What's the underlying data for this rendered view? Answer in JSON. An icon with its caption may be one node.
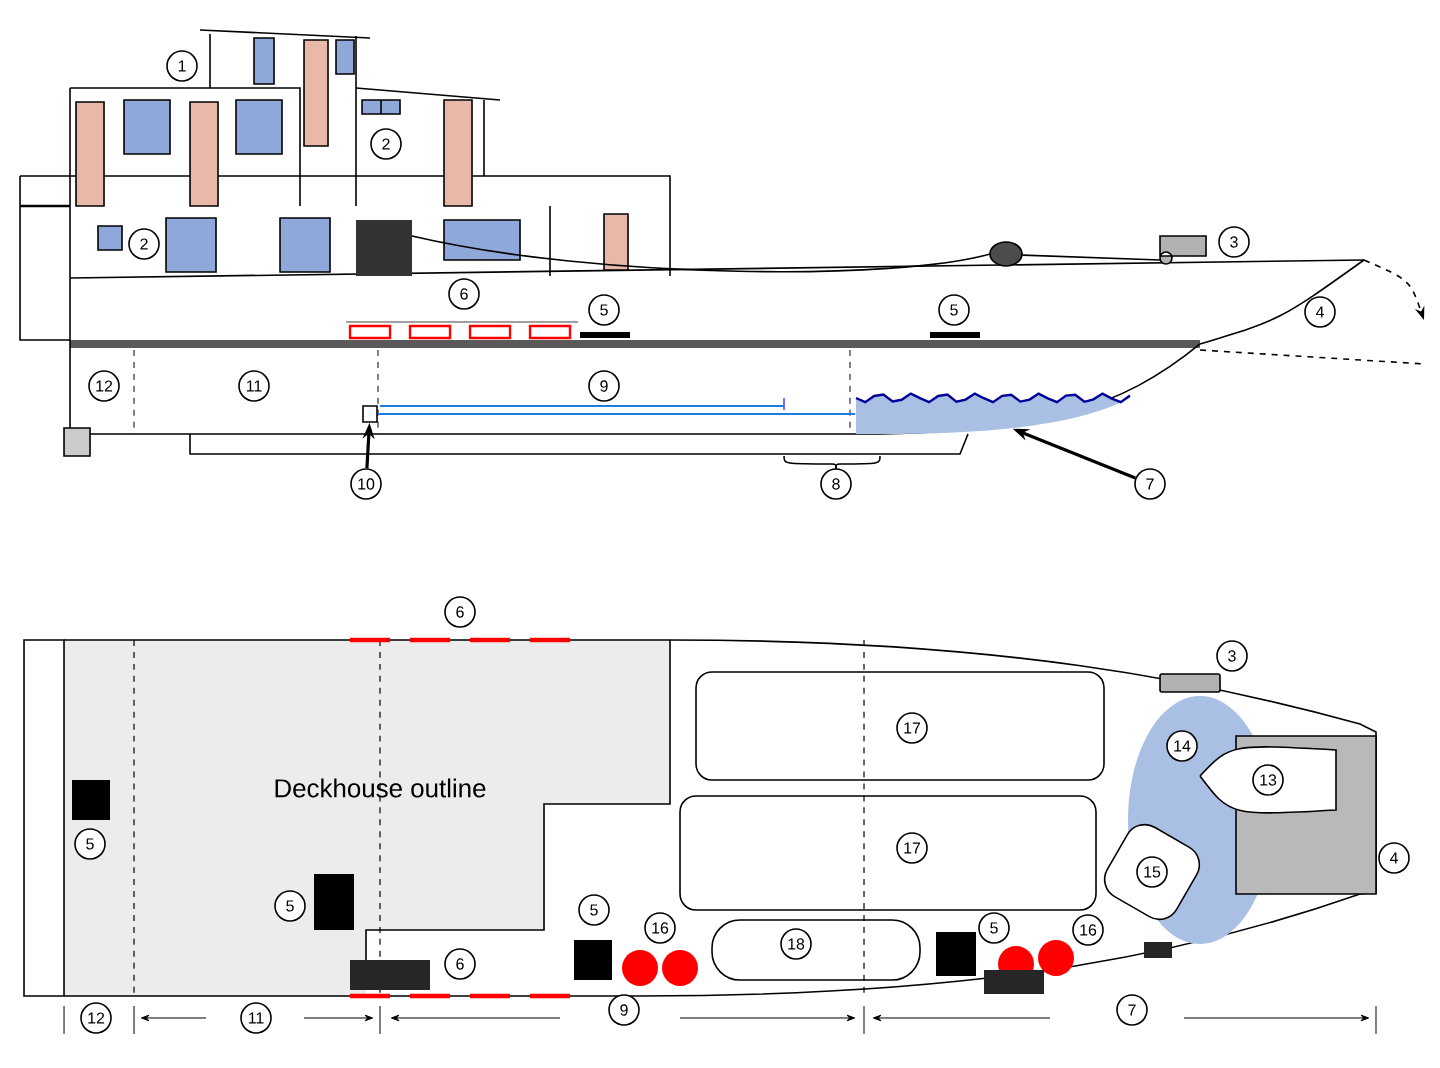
{
  "diagram": {
    "nodes": [
      {
        "text": [
          "1"
        ]
      },
      {
        "text": [
          "2"
        ]
      },
      {
        "text": [
          "2"
        ]
      },
      {
        "text": [
          "3"
        ]
      },
      {
        "text": [
          "6"
        ]
      },
      {
        "text": [
          "5"
        ]
      },
      {
        "text": [
          "5"
        ]
      },
      {
        "text": [
          "4"
        ]
      },
      {
        "text": [
          "12"
        ]
      },
      {
        "text": [
          "11"
        ]
      },
      {
        "text": [
          "9"
        ]
      },
      {
        "text": [],
        "shape": "box"
      },
      {
        "text": [],
        "shape": "tank"
      },
      {
        "text": [
          "10"
        ]
      },
      {
        "text": [
          "8"
        ]
      },
      {
        "text": [
          "7"
        ]
      },
      {
        "text": [
          "6"
        ]
      },
      {
        "text": [
          "3"
        ]
      },
      {
        "text": [
          "17"
        ]
      },
      {
        "text": [
          "14"
        ]
      },
      {
        "text": [
          "13"
        ]
      },
      {
        "text": [
          "5"
        ]
      },
      {
        "text": [
          "17"
        ]
      },
      {
        "text": [
          "4"
        ]
      },
      {
        "text": [
          "15"
        ]
      },
      {
        "text": [
          "5"
        ]
      },
      {
        "text": [
          "5"
        ]
      },
      {
        "text": [
          "16"
        ]
      },
      {
        "text": [
          "18"
        ]
      },
      {
        "text": [
          "5"
        ]
      },
      {
        "text": [
          "16"
        ]
      },
      {
        "text": [
          "6"
        ]
      },
      {
        "text": [
          "12"
        ]
      },
      {
        "text": [
          "11"
        ]
      },
      {
        "text": [
          "9"
        ]
      },
      {
        "text": [
          "7"
        ]
      }
    ],
    "edges": [
      {
        "from": 13,
        "to": 11,
        "arrow": "to"
      },
      {
        "from": 15,
        "to": 12,
        "arrow": "to"
      },
      {
        "from": 11,
        "to": 12,
        "arrow": "none",
        "color": "#1e7be0"
      }
    ],
    "labels": [
      "Deckhouse outline"
    ]
  }
}
